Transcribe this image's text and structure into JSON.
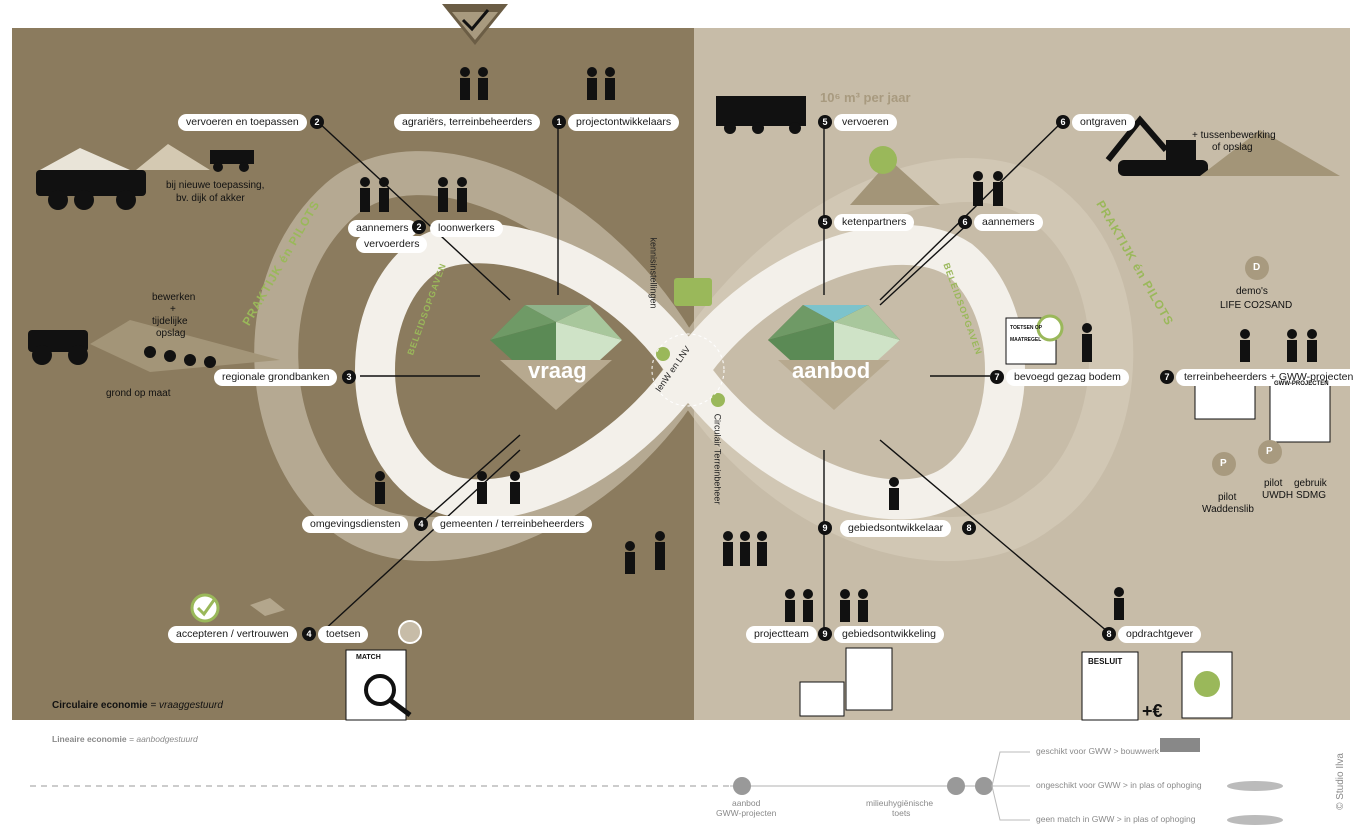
{
  "center": {
    "left_word": "vraag",
    "right_word": "aanbod"
  },
  "loop_labels": {
    "praktijk_left": "PRAKTIJK én PILOTS",
    "praktijk_right": "PRAKTIJK én PILOTS",
    "beleid_left": "BELEIDSOPGAVEN",
    "beleid_right": "BELEIDSOPGAVEN"
  },
  "middle": {
    "kennis": "kennisinstellingen",
    "ienw": "IenW en LNV",
    "circulair": "Circulair Terreinbeheer"
  },
  "left": {
    "n1": "1",
    "agrariers": "agrariërs, terreinbeheerders",
    "projectontwikkelaars": "projectontwikkelaars",
    "n2": "2",
    "vervoeren_toepassen": "vervoeren en toepassen",
    "nieuwe_toepassing": "bij nieuwe toepassing,",
    "dijk_akker": "bv. dijk of akker",
    "aannemers": "aannemers",
    "loonwerkers": "loonwerkers",
    "vervoerders": "vervoerders",
    "bewerken": "bewerken",
    "plus": "+",
    "tijdelijke": "tijdelijke",
    "opslag": "opslag",
    "n3": "3",
    "grondbanken": "regionale grondbanken",
    "grond_op_maat": "grond op maat",
    "n4": "4",
    "omgevingsdiensten": "omgevingsdiensten",
    "gemeenten": "gemeenten / terreinbeheerders",
    "accepteren": "accepteren / vertrouwen",
    "toetsen": "toetsen",
    "match": "MATCH",
    "circ_a": "Circulaire economie",
    "circ_b": "= vraaggestuurd"
  },
  "right": {
    "n5": "5",
    "vervoeren": "vervoeren",
    "volume": "10⁶ m³ per jaar",
    "ketenpartners": "ketenpartners",
    "n6": "6",
    "ontgraven": "ontgraven",
    "tussen_a": "+ tussenbewerking",
    "tussen_b": "of opslag",
    "aannemers": "aannemers",
    "demos": "demo's",
    "life": "LIFE CO2SAND",
    "d": "D",
    "n7": "7",
    "bevoegd": "bevoegd gezag bodem",
    "terreinbeheerders_gww": "terreinbeheerders + GWW-projecten",
    "pilot_waddenslib_a": "pilot",
    "pilot_waddenslib_b": "Waddenslib",
    "pilot_uwdh_a": "pilot",
    "pilot_uwdh_b": "UWDH",
    "gebruik_a": "gebruik",
    "gebruik_b": "SDMG",
    "p": "P",
    "gww_doc": "GWW-PROJECTEN",
    "n8": "8",
    "gebiedsontwikkelaar": "gebiedsontwikkelaar",
    "opdrachtgever": "opdrachtgever",
    "n9": "9",
    "projectteam": "projectteam",
    "gebiedsontwikkeling": "gebiedsontwikkeling",
    "besluit": "BESLUIT",
    "euro": "+€",
    "toetsen_doc": "TOETSEN OP MAATREGEL"
  },
  "bottom": {
    "lin_a": "Lineaire economie",
    "lin_b": "= aanbodgestuurd",
    "aanbod_a": "aanbod",
    "aanbod_b": "GWW-projecten",
    "milieu_a": "milieuhygiënische",
    "milieu_b": "toets",
    "geschikt": "geschikt voor GWW > bouwwerk",
    "ongeschikt": "ongeschikt voor GWW > in plas of ophoging",
    "geen_match": "geen match in GWW > in plas of ophoging",
    "credit": "© Studio Ilva"
  },
  "colors": {
    "left_bg": "#8b7b5e",
    "right_bg": "#c7bca8",
    "accent_green": "#9ab85a",
    "ink": "#111111"
  }
}
